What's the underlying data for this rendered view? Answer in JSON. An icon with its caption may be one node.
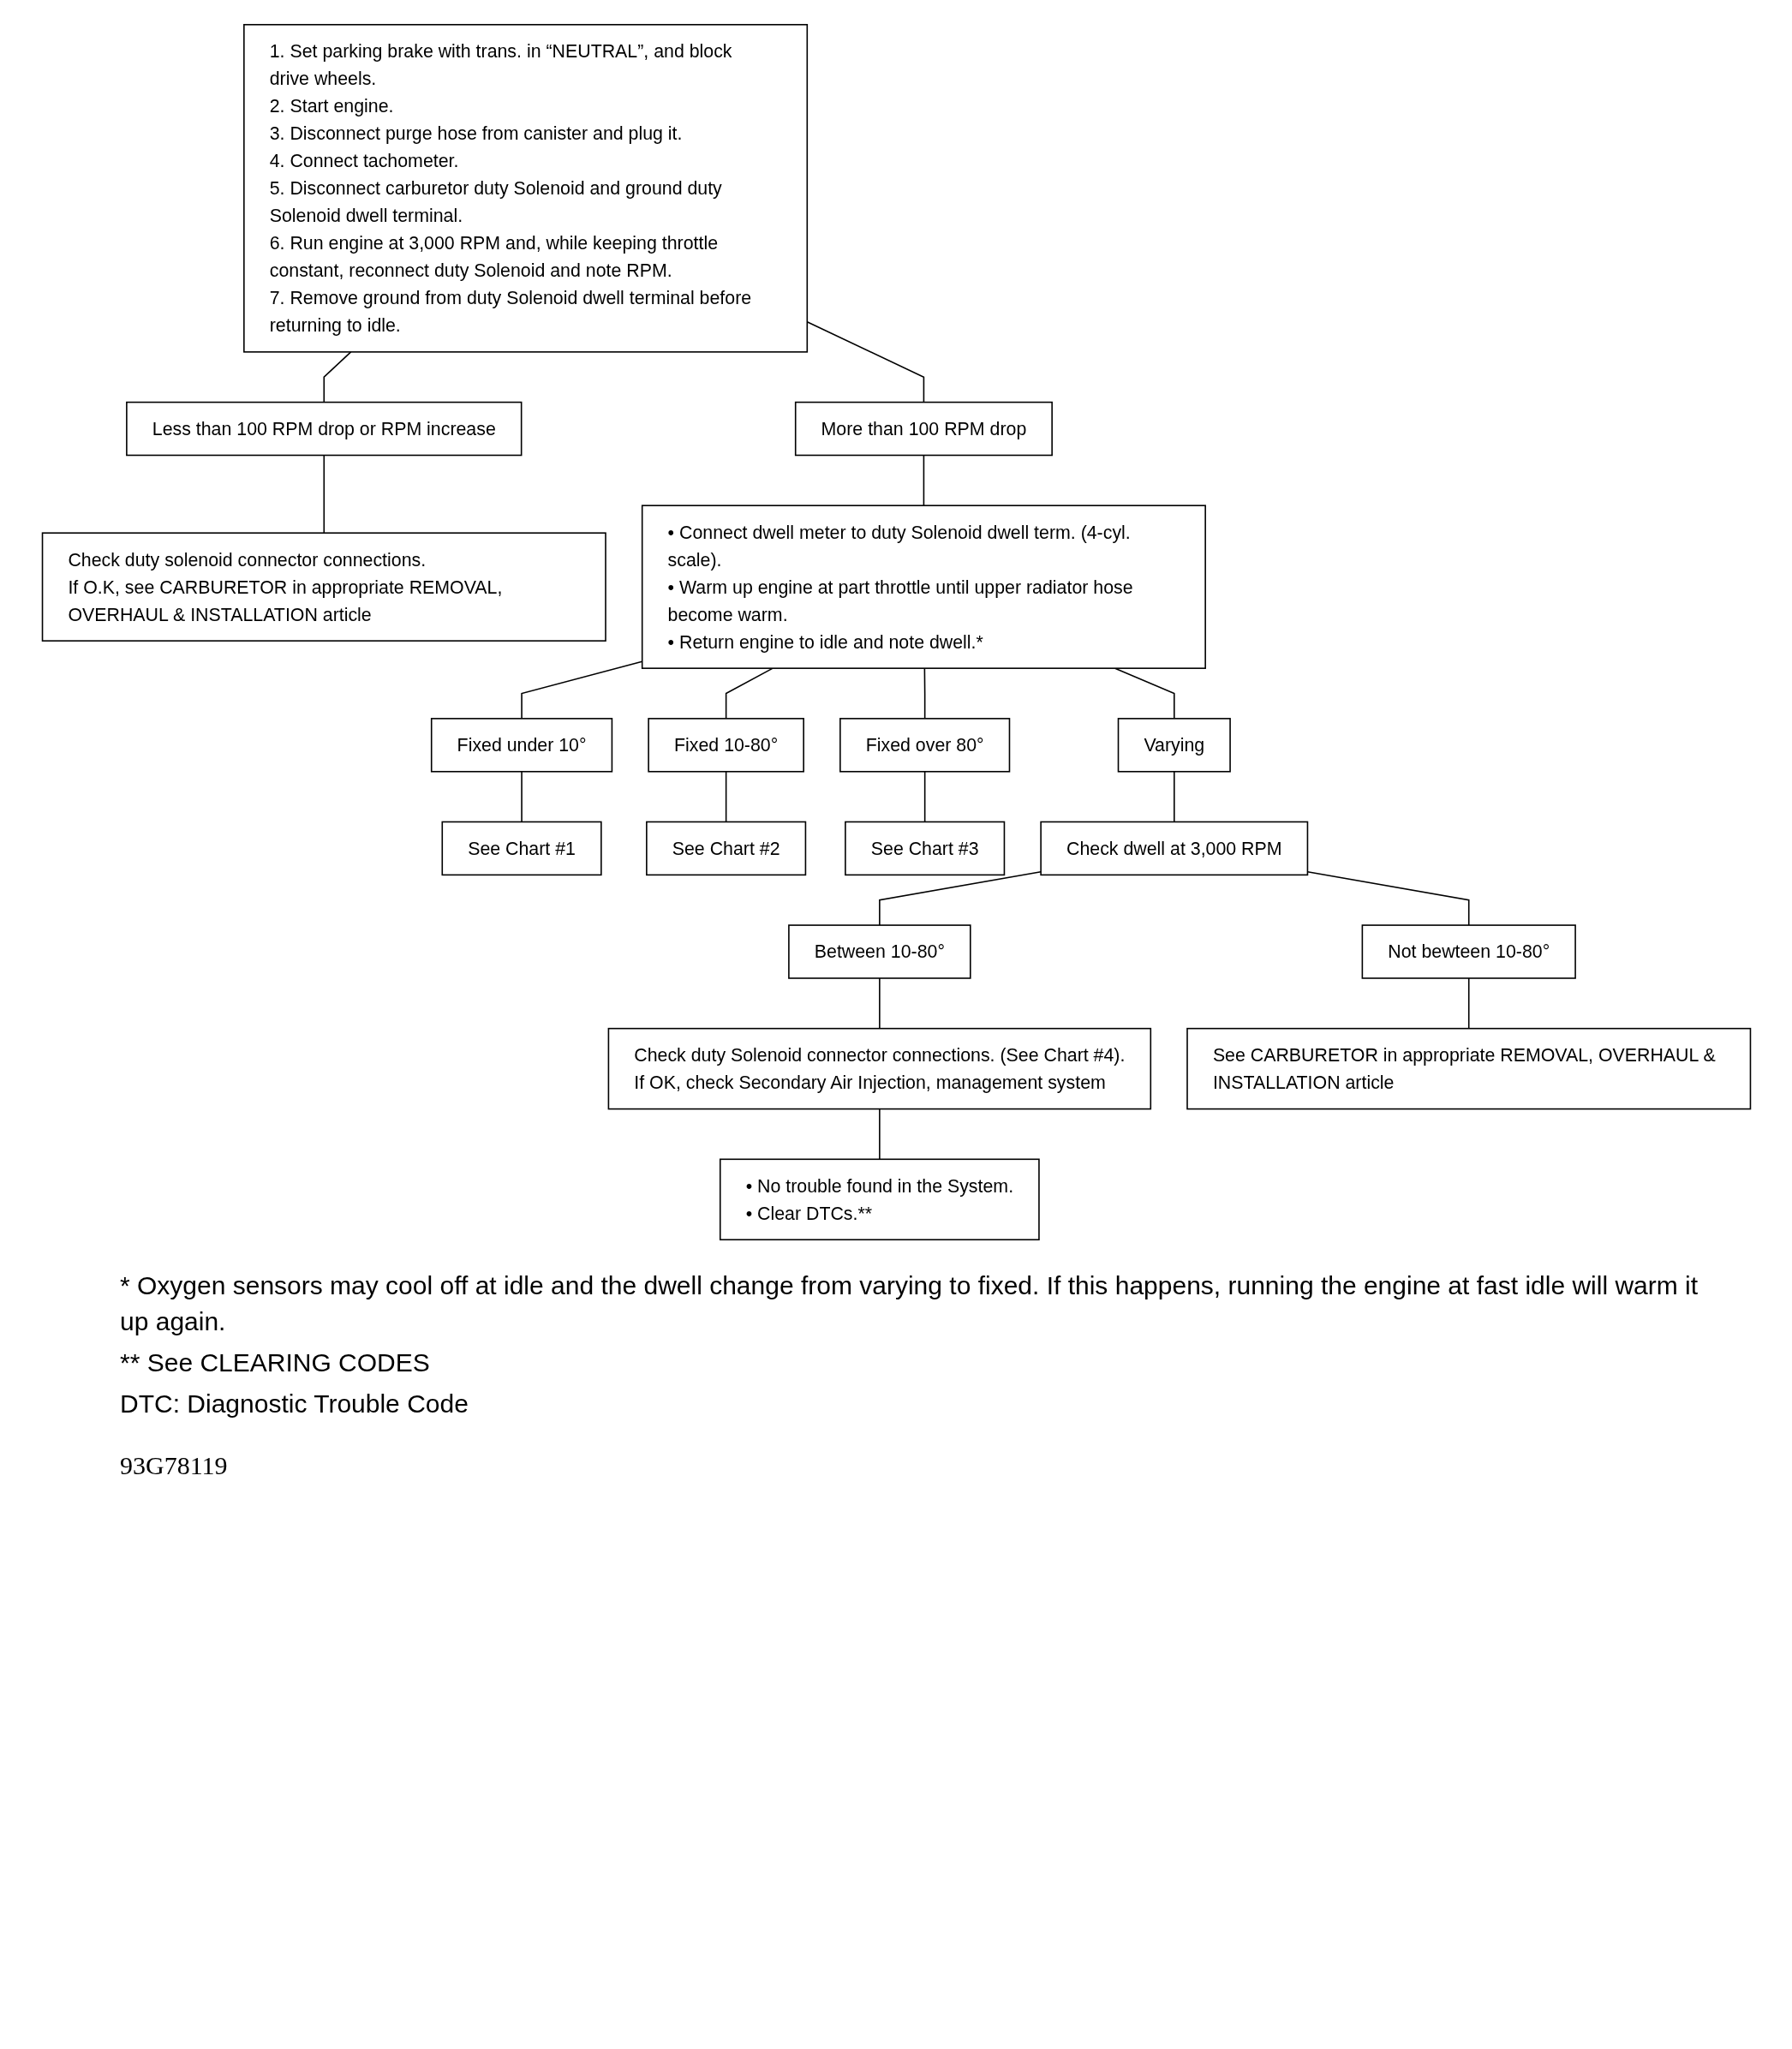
{
  "diagram": {
    "nodes": [
      {
        "text": [
          "1. Set parking brake with trans. in “NEUTRAL”, and block drive wheels.",
          "2. Start engine.",
          "3. Disconnect purge hose from canister and plug it.",
          "4. Connect tachometer.",
          "5. Disconnect carburetor duty Solenoid and ground duty Solenoid dwell terminal.",
          "6. Run engine at 3,000 RPM and, while keeping throttle constant, reconnect duty Solenoid and note RPM.",
          "7. Remove ground from duty Solenoid dwell terminal before returning to idle."
        ]
      },
      {
        "text": [
          "Less than 100 RPM drop or RPM increase"
        ]
      },
      {
        "text": [
          "More than 100 RPM drop"
        ]
      },
      {
        "text": [
          "Check duty solenoid connector connections.",
          "If O.K, see CARBURETOR in appropriate REMOVAL, OVERHAUL & INSTALLATION article"
        ]
      },
      {
        "text": [
          "• Connect dwell meter to duty Solenoid dwell term. (4-cyl. scale).",
          "• Warm up engine at part throttle until upper radiator hose become warm.",
          "• Return engine to idle and note dwell.*"
        ]
      },
      {
        "text": [
          "Fixed under 10°"
        ]
      },
      {
        "text": [
          "Fixed 10-80°"
        ]
      },
      {
        "text": [
          "Fixed over 80°"
        ]
      },
      {
        "text": [
          "Varying"
        ]
      },
      {
        "text": [
          "See Chart #1"
        ]
      },
      {
        "text": [
          "See Chart #2"
        ]
      },
      {
        "text": [
          "See Chart #3"
        ]
      },
      {
        "text": [
          "Check dwell at 3,000 RPM"
        ]
      },
      {
        "text": [
          "Between 10-80°"
        ]
      },
      {
        "text": [
          "Not bewteen 10-80°"
        ]
      },
      {
        "text": [
          "Check duty Solenoid connector connections. (See Chart #4).",
          "If OK, check Secondary Air Injection, management system"
        ]
      },
      {
        "text": [
          "See CARBURETOR in appropriate REMOVAL, OVERHAUL & INSTALLATION article"
        ]
      },
      {
        "text": [
          "• No trouble found in the System.",
          "• Clear DTCs.**"
        ]
      }
    ],
    "edges": [
      {
        "from": 0,
        "to": 1,
        "arrow": "none"
      },
      {
        "from": 0,
        "to": 2,
        "arrow": "none"
      },
      {
        "from": 1,
        "to": 3,
        "arrow": "none"
      },
      {
        "from": 2,
        "to": 4,
        "arrow": "none"
      },
      {
        "from": 4,
        "to": 5,
        "arrow": "none"
      },
      {
        "from": 4,
        "to": 6,
        "arrow": "none"
      },
      {
        "from": 4,
        "to": 7,
        "arrow": "none"
      },
      {
        "from": 4,
        "to": 8,
        "arrow": "none"
      },
      {
        "from": 5,
        "to": 9,
        "arrow": "none"
      },
      {
        "from": 6,
        "to": 10,
        "arrow": "none"
      },
      {
        "from": 7,
        "to": 11,
        "arrow": "none"
      },
      {
        "from": 8,
        "to": 12,
        "arrow": "none"
      },
      {
        "from": 12,
        "to": 13,
        "arrow": "none"
      },
      {
        "from": 12,
        "to": 14,
        "arrow": "none"
      },
      {
        "from": 13,
        "to": 15,
        "arrow": "none"
      },
      {
        "from": 14,
        "to": 16,
        "arrow": "none"
      },
      {
        "from": 15,
        "to": 17,
        "arrow": "none"
      }
    ],
    "labels": [
      "* Oxygen sensors may cool off at idle and the dwell change from varying to fixed. If this happens, running the engine at fast idle will warm it up again.",
      "** See CLEARING CODES",
      "DTC: Diagnostic Trouble Code",
      "93G78119"
    ]
  }
}
